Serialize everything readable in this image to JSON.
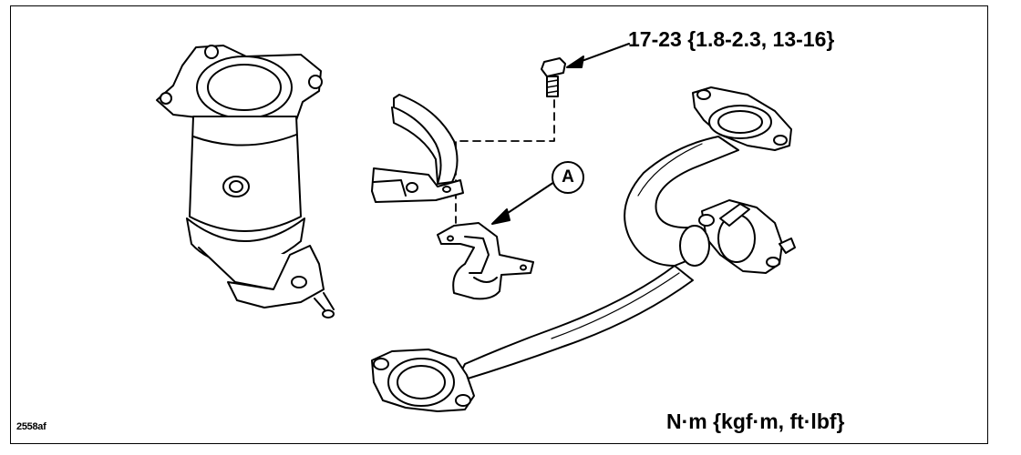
{
  "diagram": {
    "torque_spec": "17-23 {1.8-2.3, 13-16}",
    "units_note": "N·m {kgf·m, ft·lbf}",
    "reference_label": "A",
    "figure_id": "2558af"
  },
  "colors": {
    "line": "#000000",
    "background": "#ffffff"
  }
}
